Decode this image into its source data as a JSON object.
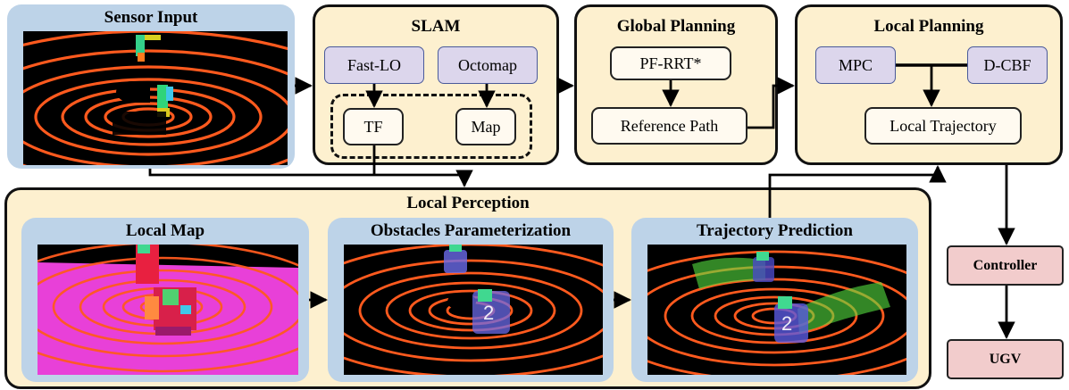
{
  "diagram": {
    "sensor_input": {
      "title": "Sensor Input"
    },
    "slam": {
      "title": "SLAM",
      "fast_lo": "Fast-LO",
      "octomap": "Octomap",
      "tf": "TF",
      "map": "Map"
    },
    "global_planning": {
      "title": "Global Planning",
      "pf_rrt": "PF-RRT*",
      "reference_path": "Reference Path"
    },
    "local_planning": {
      "title": "Local Planning",
      "mpc": "MPC",
      "d_cbf": "D-CBF",
      "local_trajectory": "Local Trajectory"
    },
    "local_perception": {
      "title": "Local Perception",
      "local_map": "Local Map",
      "obstacles_parameterization": "Obstacles Parameterization",
      "trajectory_prediction": "Trajectory Prediction",
      "obstacle_label": "2"
    },
    "controller": "Controller",
    "ugv": "UGV"
  },
  "colors": {
    "panel_fill": "#fdf0cf",
    "sensor_panel_fill": "#bdd3e8",
    "module_fill": "#dcd6ec",
    "output_fill": "#f2cccc",
    "lidar_ring": "#ff5a1e",
    "local_map_ground": "#e840d8",
    "obstacle_highlight": "#6a6ae8",
    "prediction_green": "#55e040"
  }
}
